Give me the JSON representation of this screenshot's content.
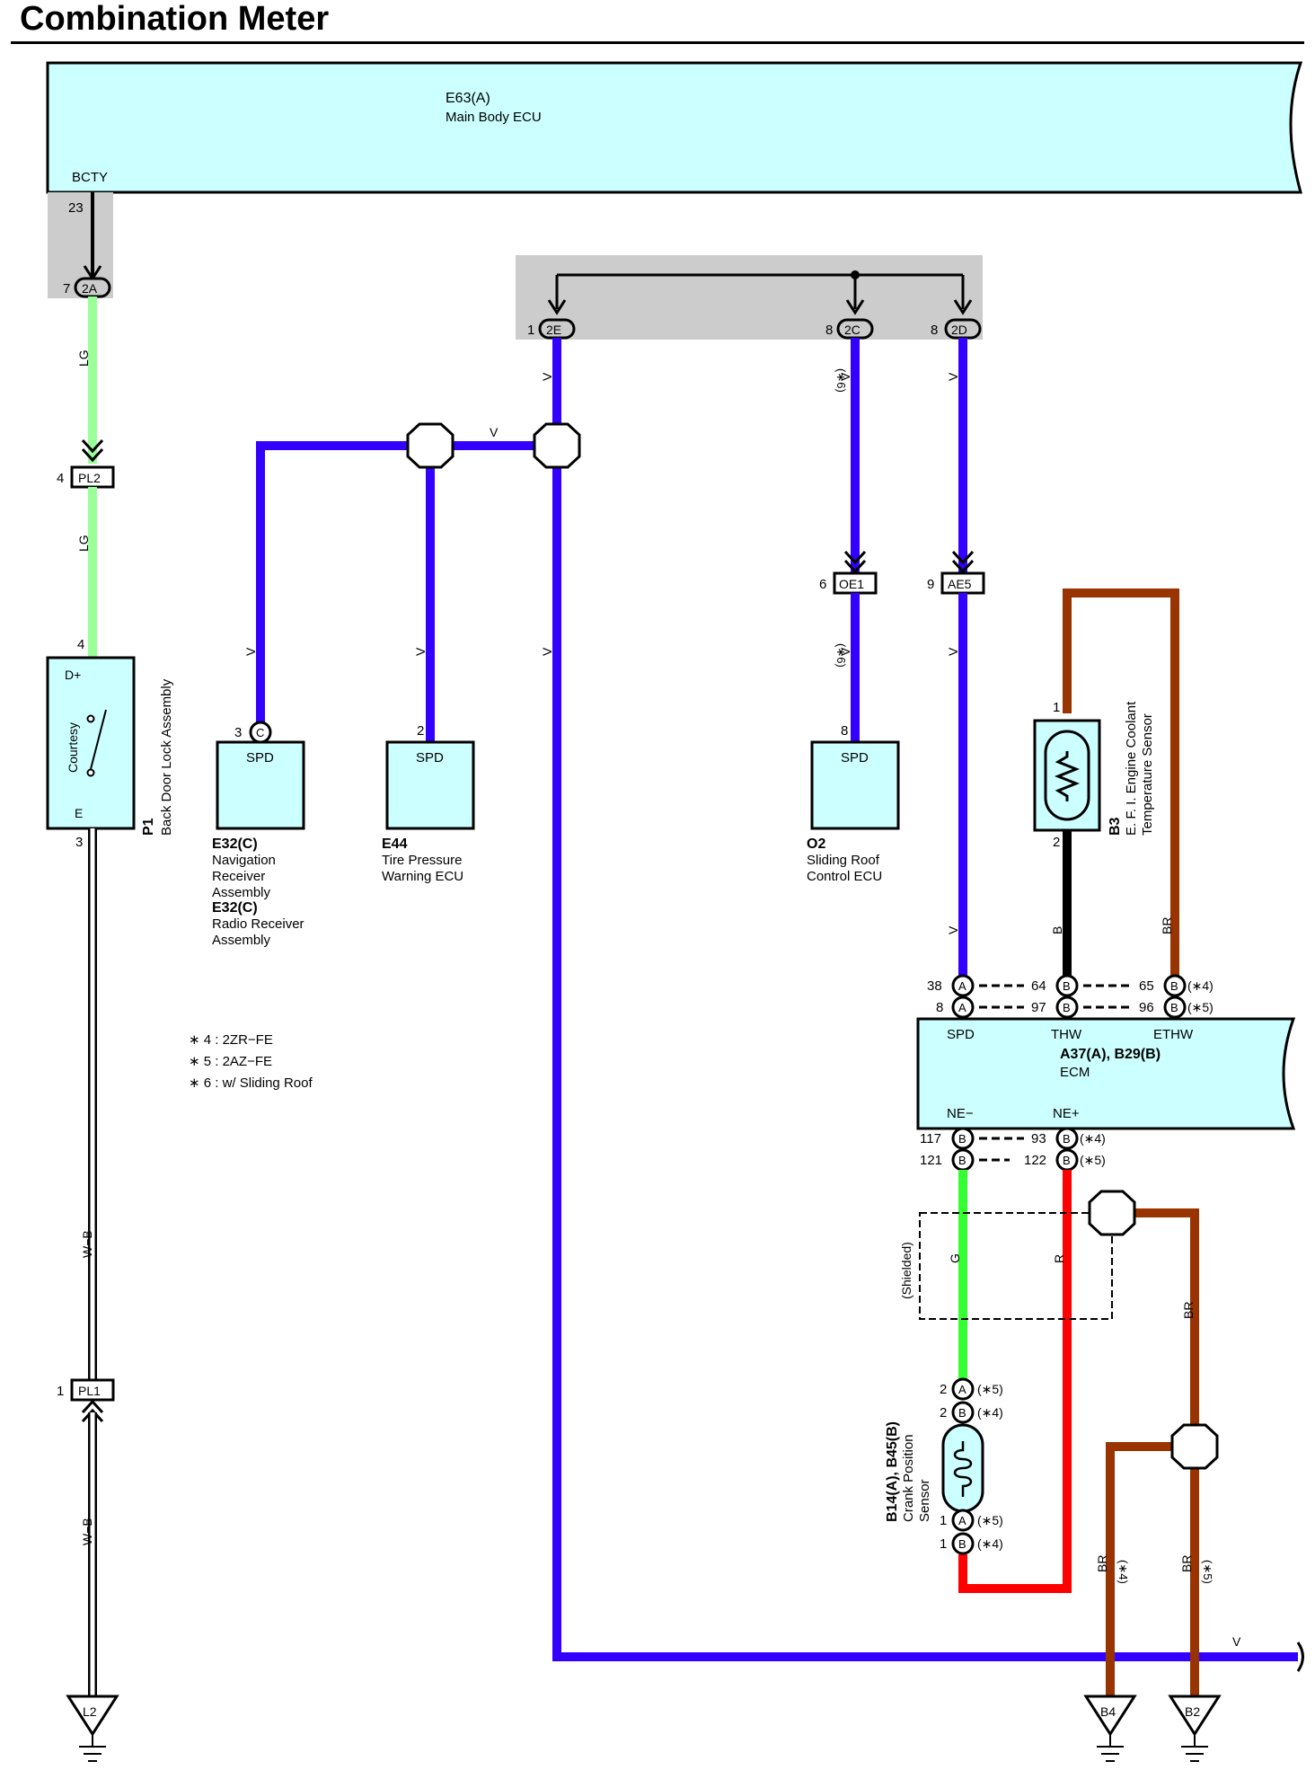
{
  "title": "Combination Meter",
  "colors": {
    "box_fill": "#ccffff",
    "splice_bg": "#cccccc",
    "wire_v": "#3300ff",
    "wire_lg": "#99ff99",
    "wire_br": "#993300",
    "wire_b": "#000000",
    "wire_g": "#33ff33",
    "wire_r": "#ff0000",
    "wire_wb": "#ffffff"
  },
  "components": {
    "e63": {
      "code": "E63(A)",
      "name": "Main Body ECU",
      "terminal": "BCTY",
      "pin": "23"
    },
    "p1": {
      "code": "P1",
      "name": "Back Door Lock Assembly",
      "switch": "Courtesy",
      "t_top": "D+",
      "t_bot": "E",
      "pin_top": "4",
      "pin_bot": "3"
    },
    "e32": {
      "code1": "E32(C)",
      "name1a": "Navigation",
      "name1b": "Receiver",
      "name1c": "Assembly",
      "code2": "E32(C)",
      "name2a": "Radio Receiver",
      "name2b": "Assembly",
      "terminal": "SPD",
      "pin": "3",
      "pin_letter": "C"
    },
    "e44": {
      "code": "E44",
      "name_a": "Tire Pressure",
      "name_b": "Warning ECU",
      "terminal": "SPD",
      "pin": "2"
    },
    "o2": {
      "code": "O2",
      "name_a": "Sliding Roof",
      "name_b": "Control ECU",
      "terminal": "SPD",
      "pin": "8"
    },
    "b3": {
      "code": "B3",
      "name_a": "E. F. I.  Engine Coolant",
      "name_b": "Temperature Sensor",
      "pin_top": "1",
      "pin_bot": "2"
    },
    "ecm": {
      "code": "A37(A), B29(B)",
      "name": "ECM",
      "t_spd": "SPD",
      "t_thw": "THW",
      "t_ethw": "ETHW",
      "t_neminus": "NE−",
      "t_neplus": "NE+"
    },
    "b14": {
      "code": "B14(A), B45(B)",
      "name_a": "Crank Position",
      "name_b": "Sensor"
    }
  },
  "connectors": {
    "c2a": {
      "label": "2A",
      "pin": "7"
    },
    "pl2": {
      "label": "PL2",
      "pin": "4"
    },
    "pl1": {
      "label": "PL1",
      "pin": "1"
    },
    "c2e": {
      "label": "2E",
      "pin": "1"
    },
    "c2c": {
      "label": "2C",
      "pin": "8"
    },
    "c2d": {
      "label": "2D",
      "pin": "8"
    },
    "oe1": {
      "label": "OE1",
      "pin": "6"
    },
    "ae5": {
      "label": "AE5",
      "pin": "9"
    }
  },
  "grounds": {
    "l2": "L2",
    "b4": "B4",
    "b2": "B2"
  },
  "wires": {
    "lg": "LG",
    "v": "V",
    "wb": "W−B",
    "b": "B",
    "br": "BR",
    "g": "G",
    "r": "R"
  },
  "ecm_pins": {
    "spd_a": "38",
    "spd_b": "8",
    "thw_a": "64",
    "thw_b": "97",
    "ethw_a": "65",
    "ethw_b": "96",
    "neminus_a": "117",
    "neminus_b": "121",
    "neplus_a": "93",
    "neplus_b": "122",
    "letter_a": "A",
    "letter_b": "B"
  },
  "b14_pins": {
    "p2a": "2",
    "p2b": "2",
    "p1a": "1",
    "p1b": "1"
  },
  "marks": {
    "m4": "(∗4)",
    "m5": "(∗5)",
    "m6": "(∗6)"
  },
  "shielded": "(Shielded)",
  "notes": [
    "∗ 4 : 2ZR−FE",
    "∗ 5 : 2AZ−FE",
    "∗ 6 : w/ Sliding Roof"
  ]
}
